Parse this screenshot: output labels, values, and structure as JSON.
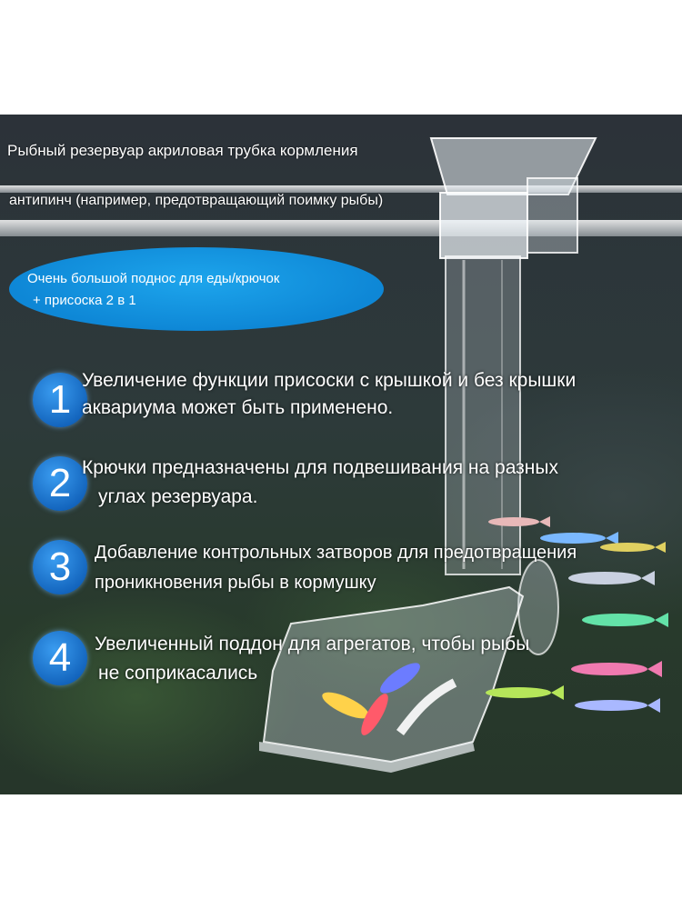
{
  "header": {
    "line1": "Рыбный резервуар акриловая трубка кормления",
    "line2": "антипинч (например, предотвращающий поимку рыбы)"
  },
  "bubble": {
    "line1": "Очень большой поднос для еды/крючок",
    "line2": "+ присоска 2 в 1"
  },
  "features": [
    {
      "number": "1",
      "line1": "Увеличение функции присоски с крышкой и без крышки",
      "line2": "аквариума может быть применено."
    },
    {
      "number": "2",
      "line1": "Крючки предназначены для подвешивания на разных",
      "line2": "углах резервуара."
    },
    {
      "number": "3",
      "line1": "Добавление контрольных затворов для предотвращения",
      "line2": "проникновения рыбы в кормушку"
    },
    {
      "number": "4",
      "line1": "Увеличенный поддон для агрегатов, чтобы рыбы",
      "line2": "не соприкасались"
    }
  ],
  "colors": {
    "bubble_blue": "#1596e3",
    "badge_blue": "#1f7fd8",
    "scene_dark": "#2c3239"
  },
  "icons": {
    "product": "acrylic-feeding-tube-icon",
    "fish": "fish-icon"
  }
}
